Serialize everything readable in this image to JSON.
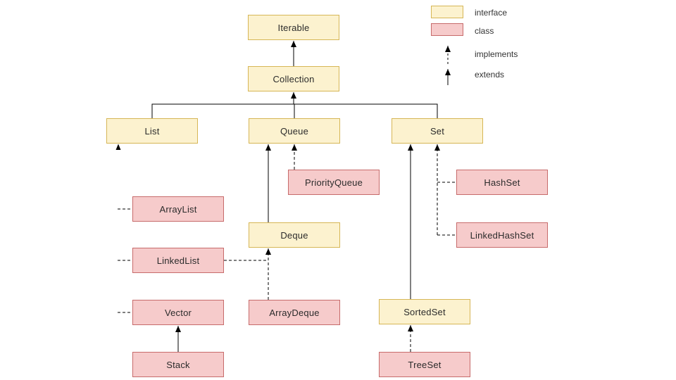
{
  "diagram": {
    "nodes": {
      "iterable": {
        "label": "Iterable",
        "type": "interface"
      },
      "collection": {
        "label": "Collection",
        "type": "interface"
      },
      "list": {
        "label": "List",
        "type": "interface"
      },
      "queue": {
        "label": "Queue",
        "type": "interface"
      },
      "set": {
        "label": "Set",
        "type": "interface"
      },
      "priorityqueue": {
        "label": "PriorityQueue",
        "type": "class"
      },
      "hashset": {
        "label": "HashSet",
        "type": "class"
      },
      "arraylist": {
        "label": "ArrayList",
        "type": "class"
      },
      "deque": {
        "label": "Deque",
        "type": "interface"
      },
      "linkedhashset": {
        "label": "LinkedHashSet",
        "type": "class"
      },
      "linkedlist": {
        "label": "LinkedList",
        "type": "class"
      },
      "vector": {
        "label": "Vector",
        "type": "class"
      },
      "arraydeque": {
        "label": "ArrayDeque",
        "type": "class"
      },
      "sortedset": {
        "label": "SortedSet",
        "type": "interface"
      },
      "stack": {
        "label": "Stack",
        "type": "class"
      },
      "treeset": {
        "label": "TreeSet",
        "type": "class"
      }
    },
    "legend": {
      "interface_label": "interface",
      "class_label": "class",
      "implements_label": "implements",
      "extends_label": "extends"
    },
    "relations": [
      {
        "from": "Collection",
        "to": "Iterable",
        "kind": "extends"
      },
      {
        "from": "List",
        "to": "Collection",
        "kind": "extends"
      },
      {
        "from": "Queue",
        "to": "Collection",
        "kind": "extends"
      },
      {
        "from": "Set",
        "to": "Collection",
        "kind": "extends"
      },
      {
        "from": "ArrayList",
        "to": "List",
        "kind": "implements"
      },
      {
        "from": "LinkedList",
        "to": "List",
        "kind": "implements"
      },
      {
        "from": "Vector",
        "to": "List",
        "kind": "implements"
      },
      {
        "from": "Stack",
        "to": "Vector",
        "kind": "extends"
      },
      {
        "from": "PriorityQueue",
        "to": "Queue",
        "kind": "implements"
      },
      {
        "from": "Deque",
        "to": "Queue",
        "kind": "extends"
      },
      {
        "from": "LinkedList",
        "to": "Deque",
        "kind": "implements"
      },
      {
        "from": "ArrayDeque",
        "to": "Deque",
        "kind": "implements"
      },
      {
        "from": "HashSet",
        "to": "Set",
        "kind": "implements"
      },
      {
        "from": "LinkedHashSet",
        "to": "Set",
        "kind": "implements"
      },
      {
        "from": "SortedSet",
        "to": "Set",
        "kind": "extends"
      },
      {
        "from": "TreeSet",
        "to": "SortedSet",
        "kind": "implements"
      }
    ],
    "colors": {
      "interface_fill": "#FCF2CF",
      "interface_border": "#D6B656",
      "class_fill": "#F6CBCB",
      "class_border": "#C76B6B",
      "connector": "#000000",
      "text": "#333333",
      "background": "#FFFFFF"
    }
  }
}
